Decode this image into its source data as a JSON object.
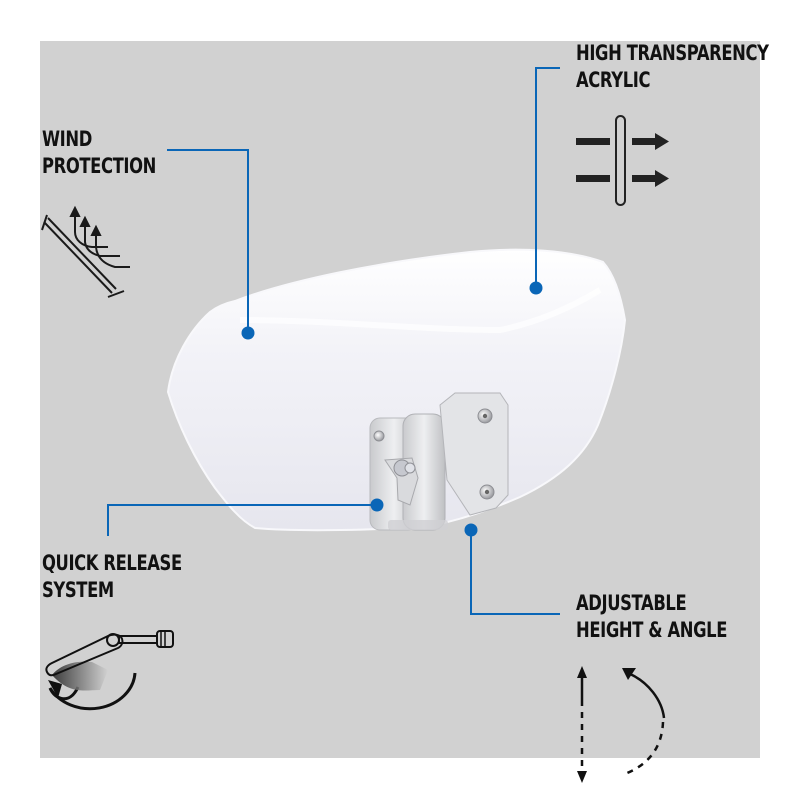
{
  "features": [
    {
      "id": "wind",
      "lines": [
        "WIND",
        "PROTECTION"
      ],
      "icon": "wind-deflection-icon"
    },
    {
      "id": "acrylic",
      "lines": [
        "HIGH TRANSPARENCY",
        "ACRYLIC"
      ],
      "icon": "light-transmission-icon"
    },
    {
      "id": "quick-release",
      "lines": [
        "QUICK RELEASE",
        "SYSTEM"
      ],
      "icon": "quick-release-lever-icon"
    },
    {
      "id": "adjustable",
      "lines": [
        "ADJUSTABLE",
        "HEIGHT & ANGLE"
      ],
      "icon": "height-angle-adjust-icon"
    }
  ],
  "colors": {
    "background": "#ffffff",
    "panel": "#d1d1d1",
    "callout": "#0a66b7",
    "text": "#111111",
    "shield": "#eeeef4"
  },
  "product": {
    "name": "clip-on-windshield-spoiler"
  }
}
